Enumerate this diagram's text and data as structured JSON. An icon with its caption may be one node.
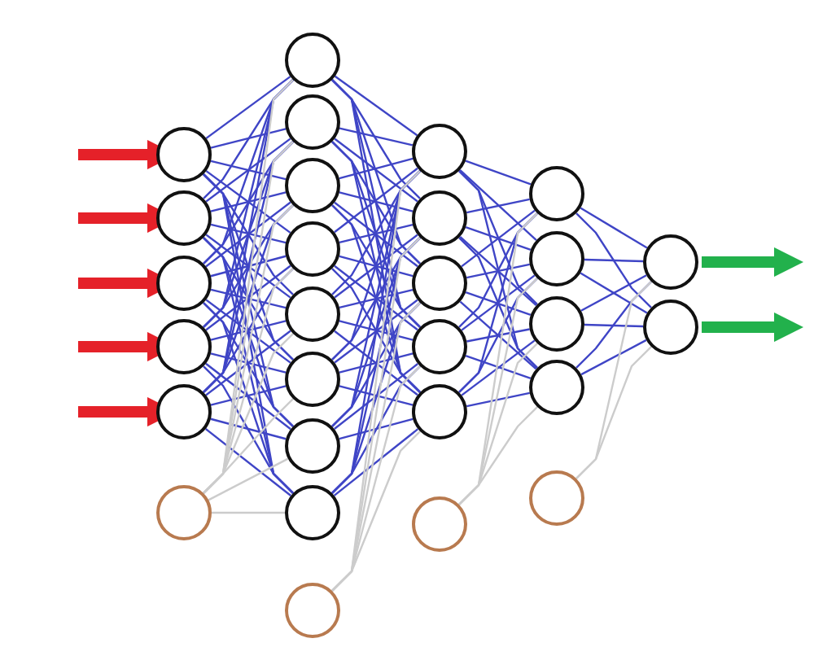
{
  "diagram": {
    "nodes": [
      {
        "text": [],
        "shape": "circle"
      },
      {
        "text": [],
        "shape": "circle"
      },
      {
        "text": [],
        "shape": "circle"
      },
      {
        "text": [],
        "shape": "circle"
      },
      {
        "text": [],
        "shape": "circle"
      },
      {
        "text": [],
        "shape": "circle"
      },
      {
        "text": [],
        "shape": "circle"
      },
      {
        "text": [],
        "shape": "circle"
      },
      {
        "text": [],
        "shape": "circle"
      },
      {
        "text": [],
        "shape": "circle"
      },
      {
        "text": [],
        "shape": "circle"
      },
      {
        "text": [],
        "shape": "circle"
      },
      {
        "text": [],
        "shape": "circle"
      },
      {
        "text": [],
        "shape": "circle"
      },
      {
        "text": [],
        "shape": "circle"
      },
      {
        "text": [],
        "shape": "circle"
      },
      {
        "text": [],
        "shape": "circle"
      },
      {
        "text": [],
        "shape": "circle"
      },
      {
        "text": [],
        "shape": "circle"
      },
      {
        "text": [],
        "shape": "circle"
      },
      {
        "text": [],
        "shape": "circle"
      },
      {
        "text": [],
        "shape": "circle"
      },
      {
        "text": [],
        "shape": "circle"
      },
      {
        "text": [],
        "shape": "circle"
      },
      {
        "text": [],
        "shape": "circle"
      },
      {
        "text": [],
        "shape": "circle"
      },
      {
        "text": [],
        "shape": "circle"
      },
      {
        "text": [],
        "shape": "circle"
      }
    ],
    "edges": [
      {
        "from": 0,
        "to": 6,
        "arrow": "none"
      },
      {
        "from": 0,
        "to": 7,
        "arrow": "none"
      },
      {
        "from": 0,
        "to": 8,
        "arrow": "none"
      },
      {
        "from": 0,
        "to": 9,
        "arrow": "none"
      },
      {
        "from": 0,
        "to": 10,
        "arrow": "none"
      },
      {
        "from": 0,
        "to": 11,
        "arrow": "none"
      },
      {
        "from": 0,
        "to": 12,
        "arrow": "none"
      },
      {
        "from": 0,
        "to": 13,
        "arrow": "none"
      },
      {
        "from": 1,
        "to": 6,
        "arrow": "none"
      },
      {
        "from": 1,
        "to": 7,
        "arrow": "none"
      },
      {
        "from": 1,
        "to": 8,
        "arrow": "none"
      },
      {
        "from": 1,
        "to": 9,
        "arrow": "none"
      },
      {
        "from": 1,
        "to": 10,
        "arrow": "none"
      },
      {
        "from": 1,
        "to": 11,
        "arrow": "none"
      },
      {
        "from": 1,
        "to": 12,
        "arrow": "none"
      },
      {
        "from": 1,
        "to": 13,
        "arrow": "none"
      },
      {
        "from": 2,
        "to": 6,
        "arrow": "none"
      },
      {
        "from": 2,
        "to": 7,
        "arrow": "none"
      },
      {
        "from": 2,
        "to": 8,
        "arrow": "none"
      },
      {
        "from": 2,
        "to": 9,
        "arrow": "none"
      },
      {
        "from": 2,
        "to": 10,
        "arrow": "none"
      },
      {
        "from": 2,
        "to": 11,
        "arrow": "none"
      },
      {
        "from": 2,
        "to": 12,
        "arrow": "none"
      },
      {
        "from": 2,
        "to": 13,
        "arrow": "none"
      },
      {
        "from": 3,
        "to": 6,
        "arrow": "none"
      },
      {
        "from": 3,
        "to": 7,
        "arrow": "none"
      },
      {
        "from": 3,
        "to": 8,
        "arrow": "none"
      },
      {
        "from": 3,
        "to": 9,
        "arrow": "none"
      },
      {
        "from": 3,
        "to": 10,
        "arrow": "none"
      },
      {
        "from": 3,
        "to": 11,
        "arrow": "none"
      },
      {
        "from": 3,
        "to": 12,
        "arrow": "none"
      },
      {
        "from": 3,
        "to": 13,
        "arrow": "none"
      },
      {
        "from": 4,
        "to": 6,
        "arrow": "none"
      },
      {
        "from": 4,
        "to": 7,
        "arrow": "none"
      },
      {
        "from": 4,
        "to": 8,
        "arrow": "none"
      },
      {
        "from": 4,
        "to": 9,
        "arrow": "none"
      },
      {
        "from": 4,
        "to": 10,
        "arrow": "none"
      },
      {
        "from": 4,
        "to": 11,
        "arrow": "none"
      },
      {
        "from": 4,
        "to": 12,
        "arrow": "none"
      },
      {
        "from": 4,
        "to": 13,
        "arrow": "none"
      },
      {
        "from": 6,
        "to": 15,
        "arrow": "none"
      },
      {
        "from": 6,
        "to": 16,
        "arrow": "none"
      },
      {
        "from": 6,
        "to": 17,
        "arrow": "none"
      },
      {
        "from": 6,
        "to": 18,
        "arrow": "none"
      },
      {
        "from": 6,
        "to": 19,
        "arrow": "none"
      },
      {
        "from": 7,
        "to": 15,
        "arrow": "none"
      },
      {
        "from": 7,
        "to": 16,
        "arrow": "none"
      },
      {
        "from": 7,
        "to": 17,
        "arrow": "none"
      },
      {
        "from": 7,
        "to": 18,
        "arrow": "none"
      },
      {
        "from": 7,
        "to": 19,
        "arrow": "none"
      },
      {
        "from": 8,
        "to": 15,
        "arrow": "none"
      },
      {
        "from": 8,
        "to": 16,
        "arrow": "none"
      },
      {
        "from": 8,
        "to": 17,
        "arrow": "none"
      },
      {
        "from": 8,
        "to": 18,
        "arrow": "none"
      },
      {
        "from": 8,
        "to": 19,
        "arrow": "none"
      },
      {
        "from": 9,
        "to": 15,
        "arrow": "none"
      },
      {
        "from": 9,
        "to": 16,
        "arrow": "none"
      },
      {
        "from": 9,
        "to": 17,
        "arrow": "none"
      },
      {
        "from": 9,
        "to": 18,
        "arrow": "none"
      },
      {
        "from": 9,
        "to": 19,
        "arrow": "none"
      },
      {
        "from": 10,
        "to": 15,
        "arrow": "none"
      },
      {
        "from": 10,
        "to": 16,
        "arrow": "none"
      },
      {
        "from": 10,
        "to": 17,
        "arrow": "none"
      },
      {
        "from": 10,
        "to": 18,
        "arrow": "none"
      },
      {
        "from": 10,
        "to": 19,
        "arrow": "none"
      },
      {
        "from": 11,
        "to": 15,
        "arrow": "none"
      },
      {
        "from": 11,
        "to": 16,
        "arrow": "none"
      },
      {
        "from": 11,
        "to": 17,
        "arrow": "none"
      },
      {
        "from": 11,
        "to": 18,
        "arrow": "none"
      },
      {
        "from": 11,
        "to": 19,
        "arrow": "none"
      },
      {
        "from": 12,
        "to": 15,
        "arrow": "none"
      },
      {
        "from": 12,
        "to": 16,
        "arrow": "none"
      },
      {
        "from": 12,
        "to": 17,
        "arrow": "none"
      },
      {
        "from": 12,
        "to": 18,
        "arrow": "none"
      },
      {
        "from": 12,
        "to": 19,
        "arrow": "none"
      },
      {
        "from": 13,
        "to": 15,
        "arrow": "none"
      },
      {
        "from": 13,
        "to": 16,
        "arrow": "none"
      },
      {
        "from": 13,
        "to": 17,
        "arrow": "none"
      },
      {
        "from": 13,
        "to": 18,
        "arrow": "none"
      },
      {
        "from": 13,
        "to": 19,
        "arrow": "none"
      },
      {
        "from": 15,
        "to": 21,
        "arrow": "none"
      },
      {
        "from": 15,
        "to": 22,
        "arrow": "none"
      },
      {
        "from": 15,
        "to": 23,
        "arrow": "none"
      },
      {
        "from": 15,
        "to": 24,
        "arrow": "none"
      },
      {
        "from": 16,
        "to": 21,
        "arrow": "none"
      },
      {
        "from": 16,
        "to": 22,
        "arrow": "none"
      },
      {
        "from": 16,
        "to": 23,
        "arrow": "none"
      },
      {
        "from": 16,
        "to": 24,
        "arrow": "none"
      },
      {
        "from": 17,
        "to": 21,
        "arrow": "none"
      },
      {
        "from": 17,
        "to": 22,
        "arrow": "none"
      },
      {
        "from": 17,
        "to": 23,
        "arrow": "none"
      },
      {
        "from": 17,
        "to": 24,
        "arrow": "none"
      },
      {
        "from": 18,
        "to": 21,
        "arrow": "none"
      },
      {
        "from": 18,
        "to": 22,
        "arrow": "none"
      },
      {
        "from": 18,
        "to": 23,
        "arrow": "none"
      },
      {
        "from": 18,
        "to": 24,
        "arrow": "none"
      },
      {
        "from": 19,
        "to": 21,
        "arrow": "none"
      },
      {
        "from": 19,
        "to": 22,
        "arrow": "none"
      },
      {
        "from": 19,
        "to": 23,
        "arrow": "none"
      },
      {
        "from": 19,
        "to": 24,
        "arrow": "none"
      },
      {
        "from": 21,
        "to": 26,
        "arrow": "none"
      },
      {
        "from": 21,
        "to": 27,
        "arrow": "none"
      },
      {
        "from": 22,
        "to": 26,
        "arrow": "none"
      },
      {
        "from": 22,
        "to": 27,
        "arrow": "none"
      },
      {
        "from": 23,
        "to": 26,
        "arrow": "none"
      },
      {
        "from": 23,
        "to": 27,
        "arrow": "none"
      },
      {
        "from": 24,
        "to": 26,
        "arrow": "none"
      },
      {
        "from": 24,
        "to": 27,
        "arrow": "none"
      },
      {
        "from": 5,
        "to": 6,
        "arrow": "none",
        "color": "#cccccc"
      },
      {
        "from": 5,
        "to": 7,
        "arrow": "none",
        "color": "#cccccc"
      },
      {
        "from": 5,
        "to": 8,
        "arrow": "none",
        "color": "#cccccc"
      },
      {
        "from": 5,
        "to": 9,
        "arrow": "none",
        "color": "#cccccc"
      },
      {
        "from": 5,
        "to": 10,
        "arrow": "none",
        "color": "#cccccc"
      },
      {
        "from": 5,
        "to": 11,
        "arrow": "none",
        "color": "#cccccc"
      },
      {
        "from": 5,
        "to": 12,
        "arrow": "none",
        "color": "#cccccc"
      },
      {
        "from": 5,
        "to": 13,
        "arrow": "none",
        "color": "#cccccc"
      },
      {
        "from": 14,
        "to": 15,
        "arrow": "none",
        "color": "#cccccc"
      },
      {
        "from": 14,
        "to": 16,
        "arrow": "none",
        "color": "#cccccc"
      },
      {
        "from": 14,
        "to": 17,
        "arrow": "none",
        "color": "#cccccc"
      },
      {
        "from": 14,
        "to": 18,
        "arrow": "none",
        "color": "#cccccc"
      },
      {
        "from": 14,
        "to": 19,
        "arrow": "none",
        "color": "#cccccc"
      },
      {
        "from": 20,
        "to": 21,
        "arrow": "none",
        "color": "#cccccc"
      },
      {
        "from": 20,
        "to": 22,
        "arrow": "none",
        "color": "#cccccc"
      },
      {
        "from": 20,
        "to": 23,
        "arrow": "none",
        "color": "#cccccc"
      },
      {
        "from": 20,
        "to": 24,
        "arrow": "none",
        "color": "#cccccc"
      },
      {
        "from": 25,
        "to": 26,
        "arrow": "none",
        "color": "#cccccc"
      },
      {
        "from": 25,
        "to": 27,
        "arrow": "none",
        "color": "#cccccc"
      },
      {
        "from": null,
        "to": 0,
        "arrow": "to",
        "style": "thick",
        "color": "#e52129"
      },
      {
        "from": null,
        "to": 1,
        "arrow": "to",
        "style": "thick",
        "color": "#e52129"
      },
      {
        "from": null,
        "to": 2,
        "arrow": "to",
        "style": "thick",
        "color": "#e52129"
      },
      {
        "from": null,
        "to": 3,
        "arrow": "to",
        "style": "thick",
        "color": "#e52129"
      },
      {
        "from": null,
        "to": 4,
        "arrow": "to",
        "style": "thick",
        "color": "#e52129"
      },
      {
        "from": 26,
        "to": null,
        "arrow": "to",
        "style": "thick",
        "color": "#22b14c"
      },
      {
        "from": 27,
        "to": null,
        "arrow": "to",
        "style": "thick",
        "color": "#22b14c"
      }
    ]
  }
}
